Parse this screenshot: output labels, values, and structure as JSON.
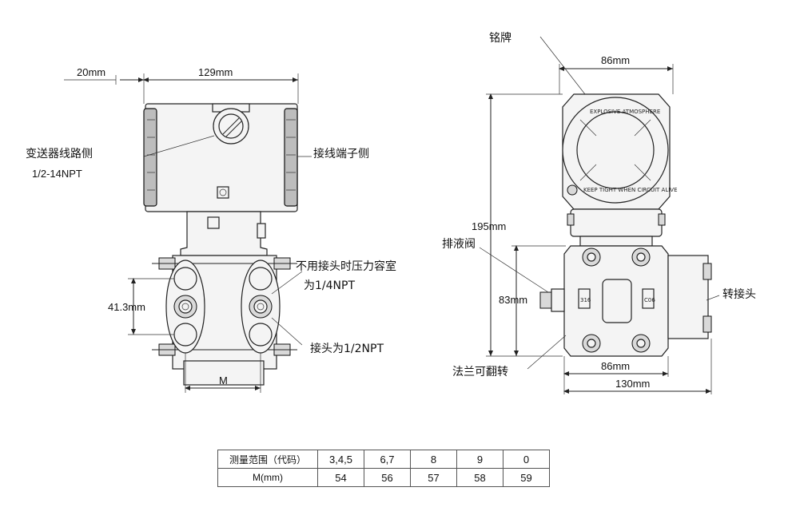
{
  "front_view": {
    "dim_top_left": "20mm",
    "dim_top_width": "129mm",
    "label_transmitter_side": "变送器线路侧",
    "label_thread": "1/2-14NPT",
    "label_terminal_side": "接线端子侧",
    "label_unused_port": "不用接头时压力容室",
    "label_unused_port_thread": "为1/4NPT",
    "label_port_thread": "接头为1/2NPT",
    "dim_height": "41.3mm",
    "dim_m": "M"
  },
  "side_view": {
    "label_nameplate": "铭牌",
    "dim_top_width": "86mm",
    "dim_total_height": "195mm",
    "label_drain_valve": "排液阀",
    "dim_flange_height": "83mm",
    "label_adapter": "转接头",
    "label_flange_reversible": "法兰可翻转",
    "dim_flange_width": "86mm",
    "dim_total_width": "130mm",
    "marking_ring": "EXPLOSIVE ATMOSPHERE",
    "marking_ring_lower": "KEEP TIGHT WHEN CIRCUIT ALIVE",
    "marking_316": "316",
    "marking_c06": "C06"
  },
  "table": {
    "header_range": "测量范围（代码）",
    "header_m": "M(mm)",
    "ranges": [
      "3,4,5",
      "6,7",
      "8",
      "9",
      "0"
    ],
    "m_values": [
      "54",
      "56",
      "57",
      "58",
      "59"
    ]
  }
}
